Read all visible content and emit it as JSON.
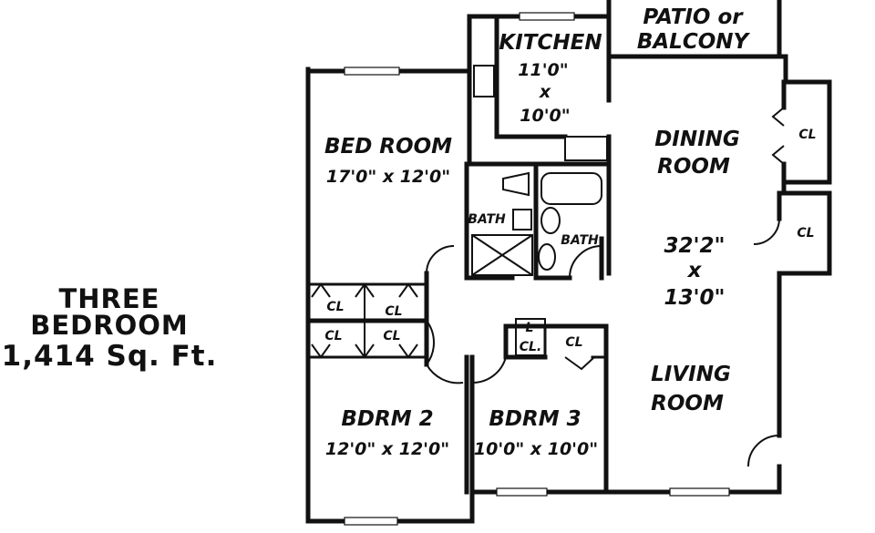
{
  "plan": {
    "heading_1": "THREE",
    "heading_2": "BEDROOM",
    "area": "1,414 Sq. Ft."
  },
  "rooms": {
    "kitchen": {
      "label": "KITCHEN",
      "dim_1": "11'0\"",
      "dim_x": "x",
      "dim_2": "10'0\""
    },
    "patio": {
      "label_1": "PATIO or",
      "label_2": "BALCONY"
    },
    "bedroom": {
      "label": "BED ROOM",
      "dims": "17'0\" x 12'0\""
    },
    "dining": {
      "label_1": "DINING",
      "label_2": "ROOM"
    },
    "living_dims": {
      "dim_1": "32'2\"",
      "dim_x": "x",
      "dim_2": "13'0\""
    },
    "living": {
      "label_1": "LIVING",
      "label_2": "ROOM"
    },
    "bath_1": "BATH",
    "bath_2": "BATH",
    "bdrm2": {
      "label": "BDRM 2",
      "dims": "12'0\" x 12'0\""
    },
    "bdrm3": {
      "label": "BDRM 3",
      "dims": "10'0\" x 10'0\""
    }
  },
  "closets": {
    "dining_cl_1": "CL",
    "dining_cl_2": "CL",
    "bedroom_cl_1": "CL",
    "bedroom_cl_2": "CL",
    "bdrm2_cl_1": "CL",
    "bdrm2_cl_2": "CL",
    "linen_l": "L",
    "linen_cl": "CL.",
    "bdrm3_cl": "CL"
  }
}
